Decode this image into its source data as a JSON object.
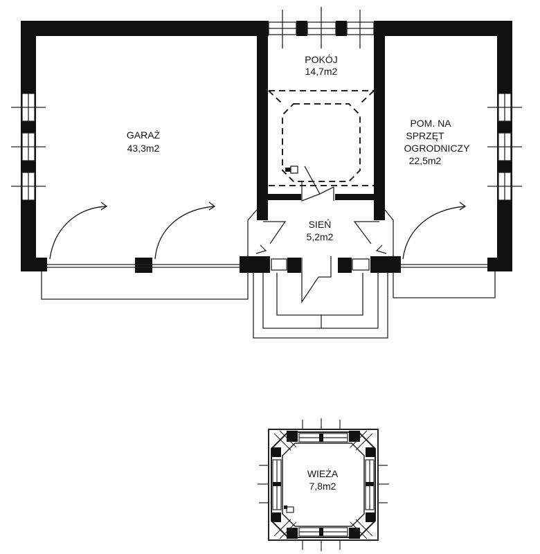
{
  "rooms": {
    "garage": {
      "name": "GARAŻ",
      "area": "43,3m2"
    },
    "room": {
      "name": "POKÓJ",
      "area": "14,7m2"
    },
    "garden_storage": {
      "name_lines": [
        "POM. NA",
        "SPRZĘT",
        "OGRODNICZY"
      ],
      "area": "22,5m2"
    },
    "hallway": {
      "name": "SIEŃ",
      "area": "5,2m2"
    },
    "tower": {
      "name": "WIEŻA",
      "area": "7,8m2"
    }
  },
  "colors": {
    "wall": "#111111",
    "line": "#222222",
    "background": "#ffffff"
  }
}
